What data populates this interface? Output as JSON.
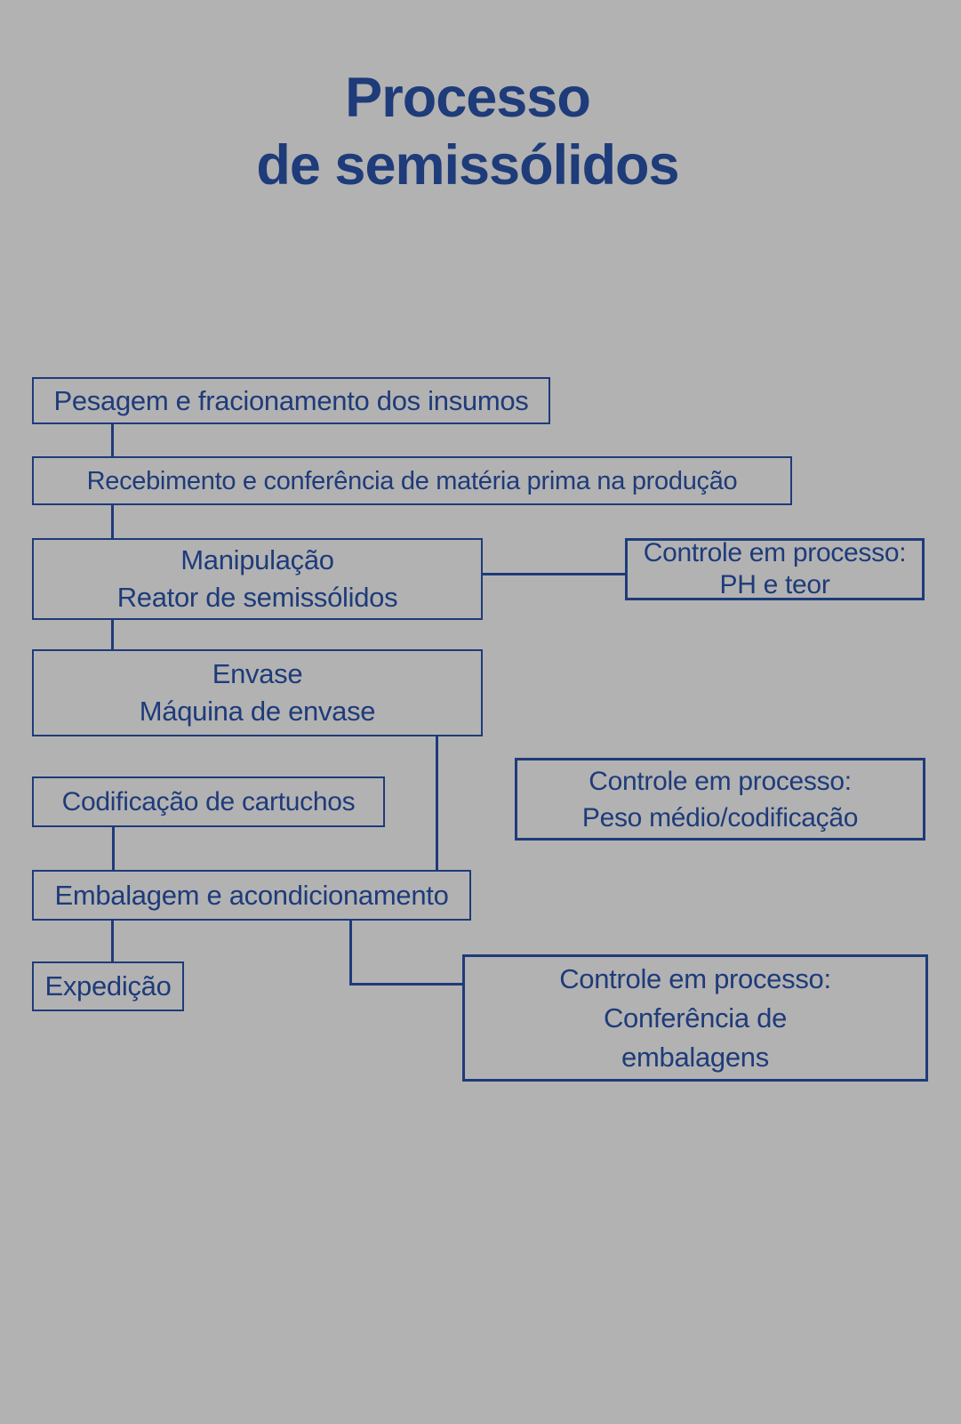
{
  "theme": {
    "background": "#b2b2b2",
    "ink": "#1e3b7a"
  },
  "title": {
    "line1": "Processo",
    "line2": "de semissólidos"
  },
  "flowchart": {
    "nodes": [
      {
        "id": "pesagem",
        "lines": [
          "Pesagem e fracionamento dos insumos"
        ]
      },
      {
        "id": "recebimento",
        "lines": [
          "Recebimento e conferência de matéria prima na produção"
        ]
      },
      {
        "id": "manipulacao",
        "lines": [
          "Manipulação",
          "Reator de semissólidos"
        ]
      },
      {
        "id": "controle-ph",
        "lines": [
          "Controle em processo:",
          "PH e teor"
        ]
      },
      {
        "id": "envase",
        "lines": [
          "Envase",
          "Máquina de envase"
        ]
      },
      {
        "id": "codificacao",
        "lines": [
          "Codificação de cartuchos"
        ]
      },
      {
        "id": "controle-peso",
        "lines": [
          "Controle em processo:",
          "Peso médio/codificação"
        ]
      },
      {
        "id": "embalagem",
        "lines": [
          "Embalagem e acondicionamento"
        ]
      },
      {
        "id": "expedicao",
        "lines": [
          "Expedição"
        ]
      },
      {
        "id": "controle-conferencia",
        "lines": [
          "Controle em processo:",
          "Conferência de",
          "embalagens"
        ]
      }
    ]
  }
}
